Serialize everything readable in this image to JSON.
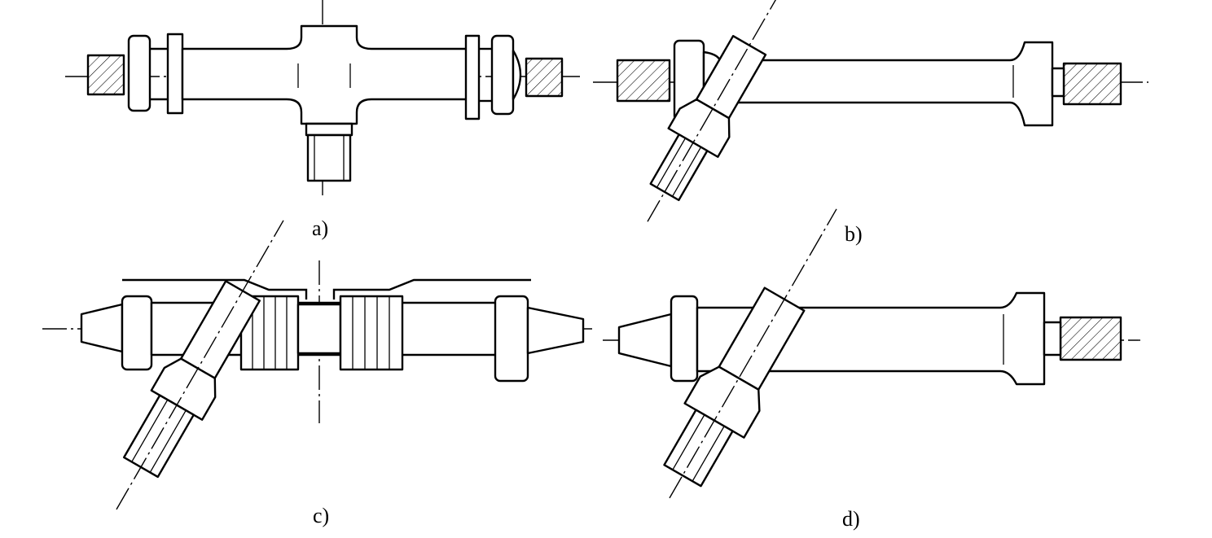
{
  "figure": {
    "panels": [
      {
        "id": "a",
        "label": "a)"
      },
      {
        "id": "b",
        "label": "b)"
      },
      {
        "id": "c",
        "label": "c)"
      },
      {
        "id": "d",
        "label": "d)"
      }
    ]
  }
}
